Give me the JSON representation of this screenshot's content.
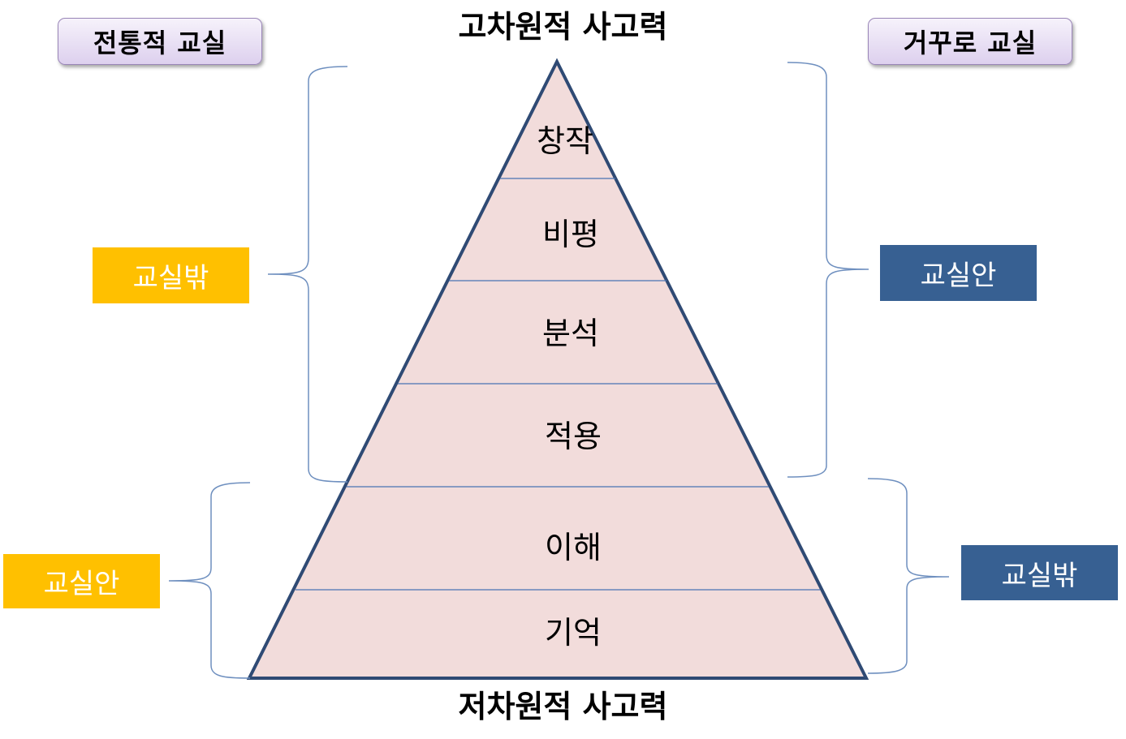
{
  "titles": {
    "top": "고차원적 사고력",
    "bottom": "저차원적 사고력"
  },
  "headers": {
    "traditional": "전통적 교실",
    "flipped": "거꾸로 교실"
  },
  "levels": [
    "창작",
    "비평",
    "분석",
    "적용",
    "이해",
    "기억"
  ],
  "side_labels": {
    "traditional_upper": "교실밖",
    "traditional_lower": "교실안",
    "flipped_upper": "교실안",
    "flipped_lower": "교실밖"
  },
  "colors": {
    "pyramid_fill": "#f2dcdb",
    "pyramid_outline": "#2f4a74",
    "divider": "#4a73b3",
    "brace": "#6e8fbf",
    "yellow_box": "#ffc000",
    "blue_box": "#376092"
  }
}
